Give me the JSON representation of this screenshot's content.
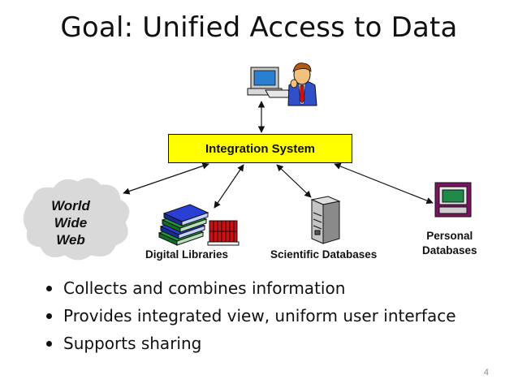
{
  "slide": {
    "title": "Goal: Unified Access to Data",
    "page_number": "4"
  },
  "diagram": {
    "integration_label": "Integration System",
    "sources": {
      "www": [
        "World",
        "Wide",
        "Web"
      ],
      "digital_libraries": "Digital Libraries",
      "scientific_databases": "Scientific Databases",
      "personal_databases": [
        "Personal",
        "Databases"
      ]
    },
    "colors": {
      "integration_box": "#ffff00",
      "cloud": "#d9d9d9",
      "book_blue": "#2a3fd6",
      "book_green": "#1e9e3a",
      "book_red": "#d01010",
      "user_tie": "#d01010",
      "user_shirt": "#3050c8",
      "monitor_screen": "#2a7fd0",
      "personal_db_frame": "#7a1460"
    }
  },
  "bullets": [
    "Collects and combines information",
    "Provides integrated view, uniform user interface",
    "Supports sharing"
  ]
}
